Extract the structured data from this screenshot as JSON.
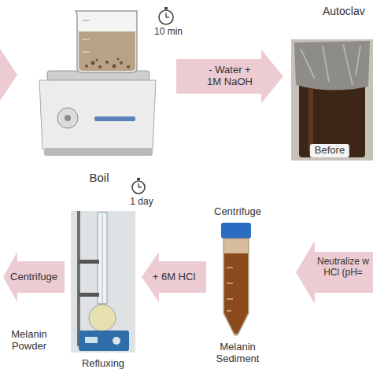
{
  "diagram": {
    "nodes": [
      {
        "text": [
          "Boil"
        ]
      },
      {
        "text": [
          "Autoclav",
          "Before"
        ]
      },
      {
        "text": [
          "Centrifuge",
          "Melanin Sediment"
        ]
      },
      {
        "text": [
          "Refluxing"
        ]
      },
      {
        "text": [
          "Melanin Powder"
        ]
      }
    ],
    "edges": [
      {
        "from": 0,
        "to": 1,
        "label": "- Water + 1M NaOH",
        "arrow": "to"
      },
      {
        "from": 2,
        "to": 3,
        "label": "+ 6M HCl",
        "arrow": "to"
      },
      {
        "from": 3,
        "to": 4,
        "label": "Centrifuge",
        "arrow": "to"
      }
    ],
    "labels": [
      "10 min",
      "1 day",
      "Neutralize w HCl (pH="
    ]
  }
}
